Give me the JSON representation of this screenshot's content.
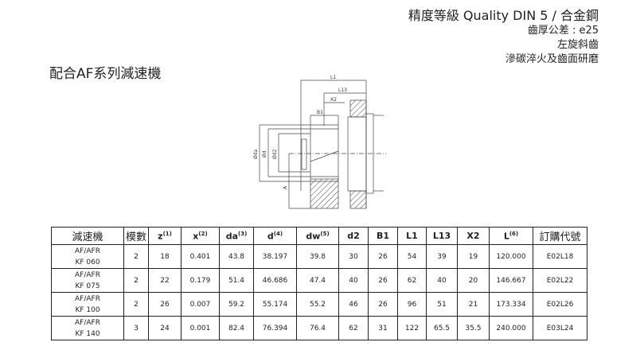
{
  "header": {
    "line1": "精度等級 Quality DIN 5  /  合金鋼",
    "line2": "齒厚公差 : e25",
    "line3": "左旋斜齒",
    "line4": "滲碳淬火及齒面研磨"
  },
  "title": "配合AF系列減速機",
  "drawing": {
    "labels": [
      "L1",
      "L13",
      "X2",
      "B1",
      "Øda",
      "Ød",
      "Ød2",
      "A"
    ]
  },
  "table": {
    "headers": [
      {
        "t": "減速機"
      },
      {
        "t": "模數"
      },
      {
        "t": "z",
        "s": "(1)"
      },
      {
        "t": "x",
        "s": "(2)"
      },
      {
        "t": "da",
        "s": "(3)"
      },
      {
        "t": "d",
        "s": "(4)"
      },
      {
        "t": "dw",
        "s": "(5)"
      },
      {
        "t": "d2"
      },
      {
        "t": "B1"
      },
      {
        "t": "L1"
      },
      {
        "t": "L13"
      },
      {
        "t": "X2"
      },
      {
        "t": "L",
        "s": "(6)"
      },
      {
        "t": "訂購代號"
      }
    ],
    "rows": [
      [
        "AF/AFR",
        "KF 060",
        "2",
        "18",
        "0.401",
        "43.8",
        "38.197",
        "39.8",
        "30",
        "26",
        "54",
        "39",
        "19",
        "120.000",
        "E02L18"
      ],
      [
        "AF/AFR",
        "KF 075",
        "2",
        "22",
        "0.179",
        "51.4",
        "46.686",
        "47.4",
        "40",
        "26",
        "62",
        "40",
        "20",
        "146.667",
        "E02L22"
      ],
      [
        "AF/AFR",
        "KF 100",
        "2",
        "26",
        "0.007",
        "59.2",
        "55.174",
        "55.2",
        "46",
        "26",
        "96",
        "51",
        "21",
        "173.334",
        "E02L26"
      ],
      [
        "AF/AFR",
        "KF 140",
        "3",
        "24",
        "0.001",
        "82.4",
        "76.394",
        "76.4",
        "62",
        "31",
        "122",
        "65.5",
        "35.5",
        "240.000",
        "E03L24"
      ]
    ]
  }
}
